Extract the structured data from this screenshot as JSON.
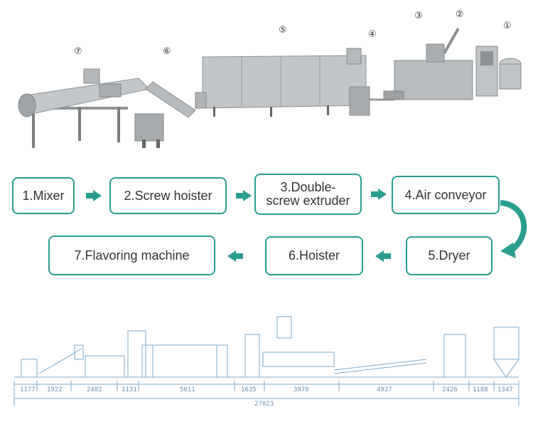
{
  "photo_labels": [
    "⑦",
    "⑥",
    "⑤",
    "④",
    "③",
    "②",
    "①"
  ],
  "steps": [
    {
      "label": "1.Mixer"
    },
    {
      "label": "2.Screw hoister"
    },
    {
      "label_line1": "3.Double-",
      "label_line2": "screw extruder"
    },
    {
      "label": "4.Air conveyor"
    },
    {
      "label": "5.Dryer"
    },
    {
      "label": "6.Hoister"
    },
    {
      "label": "7.Flavoring machine"
    }
  ],
  "dimensions": [
    "1177",
    "1922",
    "2482",
    "1131",
    "5011",
    "1635",
    "3978",
    "4927",
    "2426",
    "1188",
    "1347"
  ],
  "total_length": "27023",
  "colors": {
    "accent": "#2a9d8f",
    "machine": "#b8bcbf",
    "drawing": "#7fa8c9"
  }
}
